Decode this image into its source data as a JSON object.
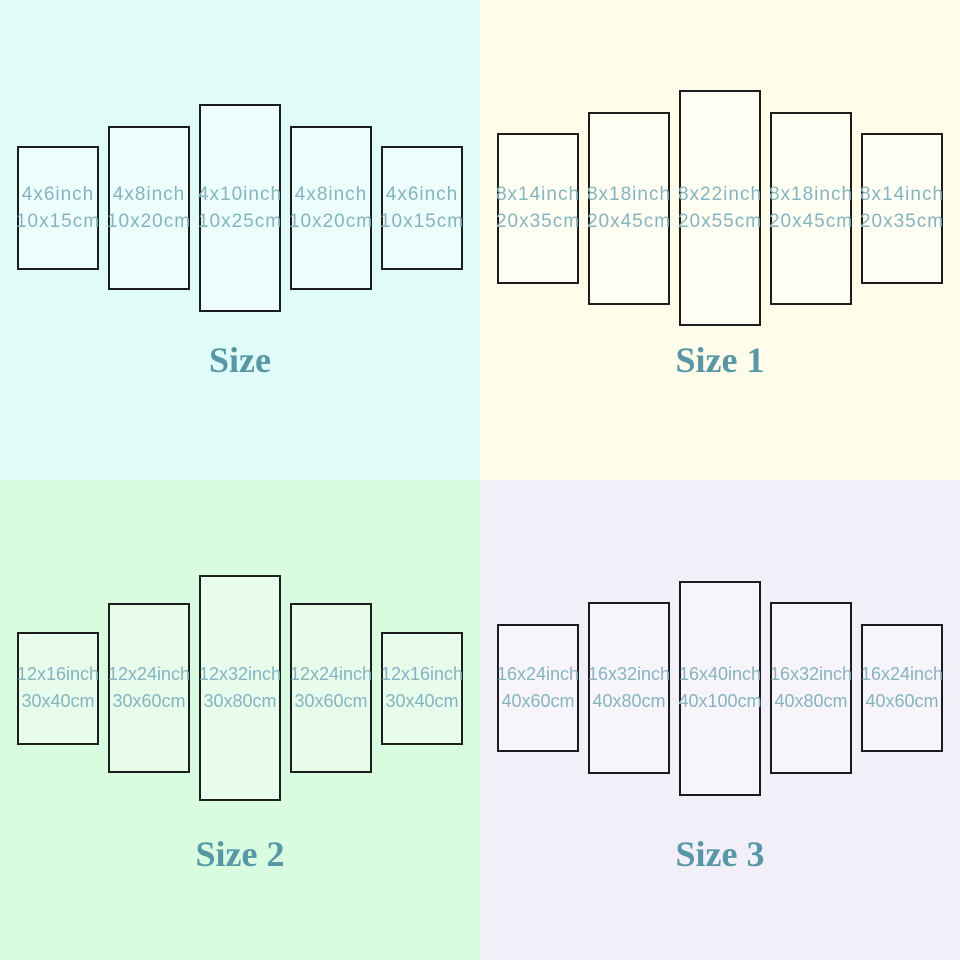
{
  "colors": {
    "q1_bg": "#e0fcf8",
    "q2_bg": "#fffdea",
    "q3_bg": "#d9fbdf",
    "q4_bg": "#f2eff8",
    "panel_border": "#1c1c1c",
    "panel_label": "#83b4c1",
    "title": "#5697a8"
  },
  "quadrants": [
    {
      "title": "Size",
      "panels": [
        {
          "inch": "4x6inch",
          "cm": "10x15cm"
        },
        {
          "inch": "4x8inch",
          "cm": "10x20cm"
        },
        {
          "inch": "4x10inch",
          "cm": "10x25cm"
        },
        {
          "inch": "4x8inch",
          "cm": "10x20cm"
        },
        {
          "inch": "4x6inch",
          "cm": "10x15cm"
        }
      ]
    },
    {
      "title": "Size 1",
      "panels": [
        {
          "inch": "8x14inch",
          "cm": "20x35cm"
        },
        {
          "inch": "8x18inch",
          "cm": "20x45cm"
        },
        {
          "inch": "8x22inch",
          "cm": "20x55cm"
        },
        {
          "inch": "8x18inch",
          "cm": "20x45cm"
        },
        {
          "inch": "8x14inch",
          "cm": "20x35cm"
        }
      ]
    },
    {
      "title": "Size 2",
      "panels": [
        {
          "inch": "12x16inch",
          "cm": "30x40cm"
        },
        {
          "inch": "12x24inch",
          "cm": "30x60cm"
        },
        {
          "inch": "12x32inch",
          "cm": "30x80cm"
        },
        {
          "inch": "12x24inch",
          "cm": "30x60cm"
        },
        {
          "inch": "12x16inch",
          "cm": "30x40cm"
        }
      ]
    },
    {
      "title": "Size 3",
      "panels": [
        {
          "inch": "16x24inch",
          "cm": "40x60cm"
        },
        {
          "inch": "16x32inch",
          "cm": "40x80cm"
        },
        {
          "inch": "16x40inch",
          "cm": "40x100cm"
        },
        {
          "inch": "16x32inch",
          "cm": "40x80cm"
        },
        {
          "inch": "16x24inch",
          "cm": "40x60cm"
        }
      ]
    }
  ]
}
